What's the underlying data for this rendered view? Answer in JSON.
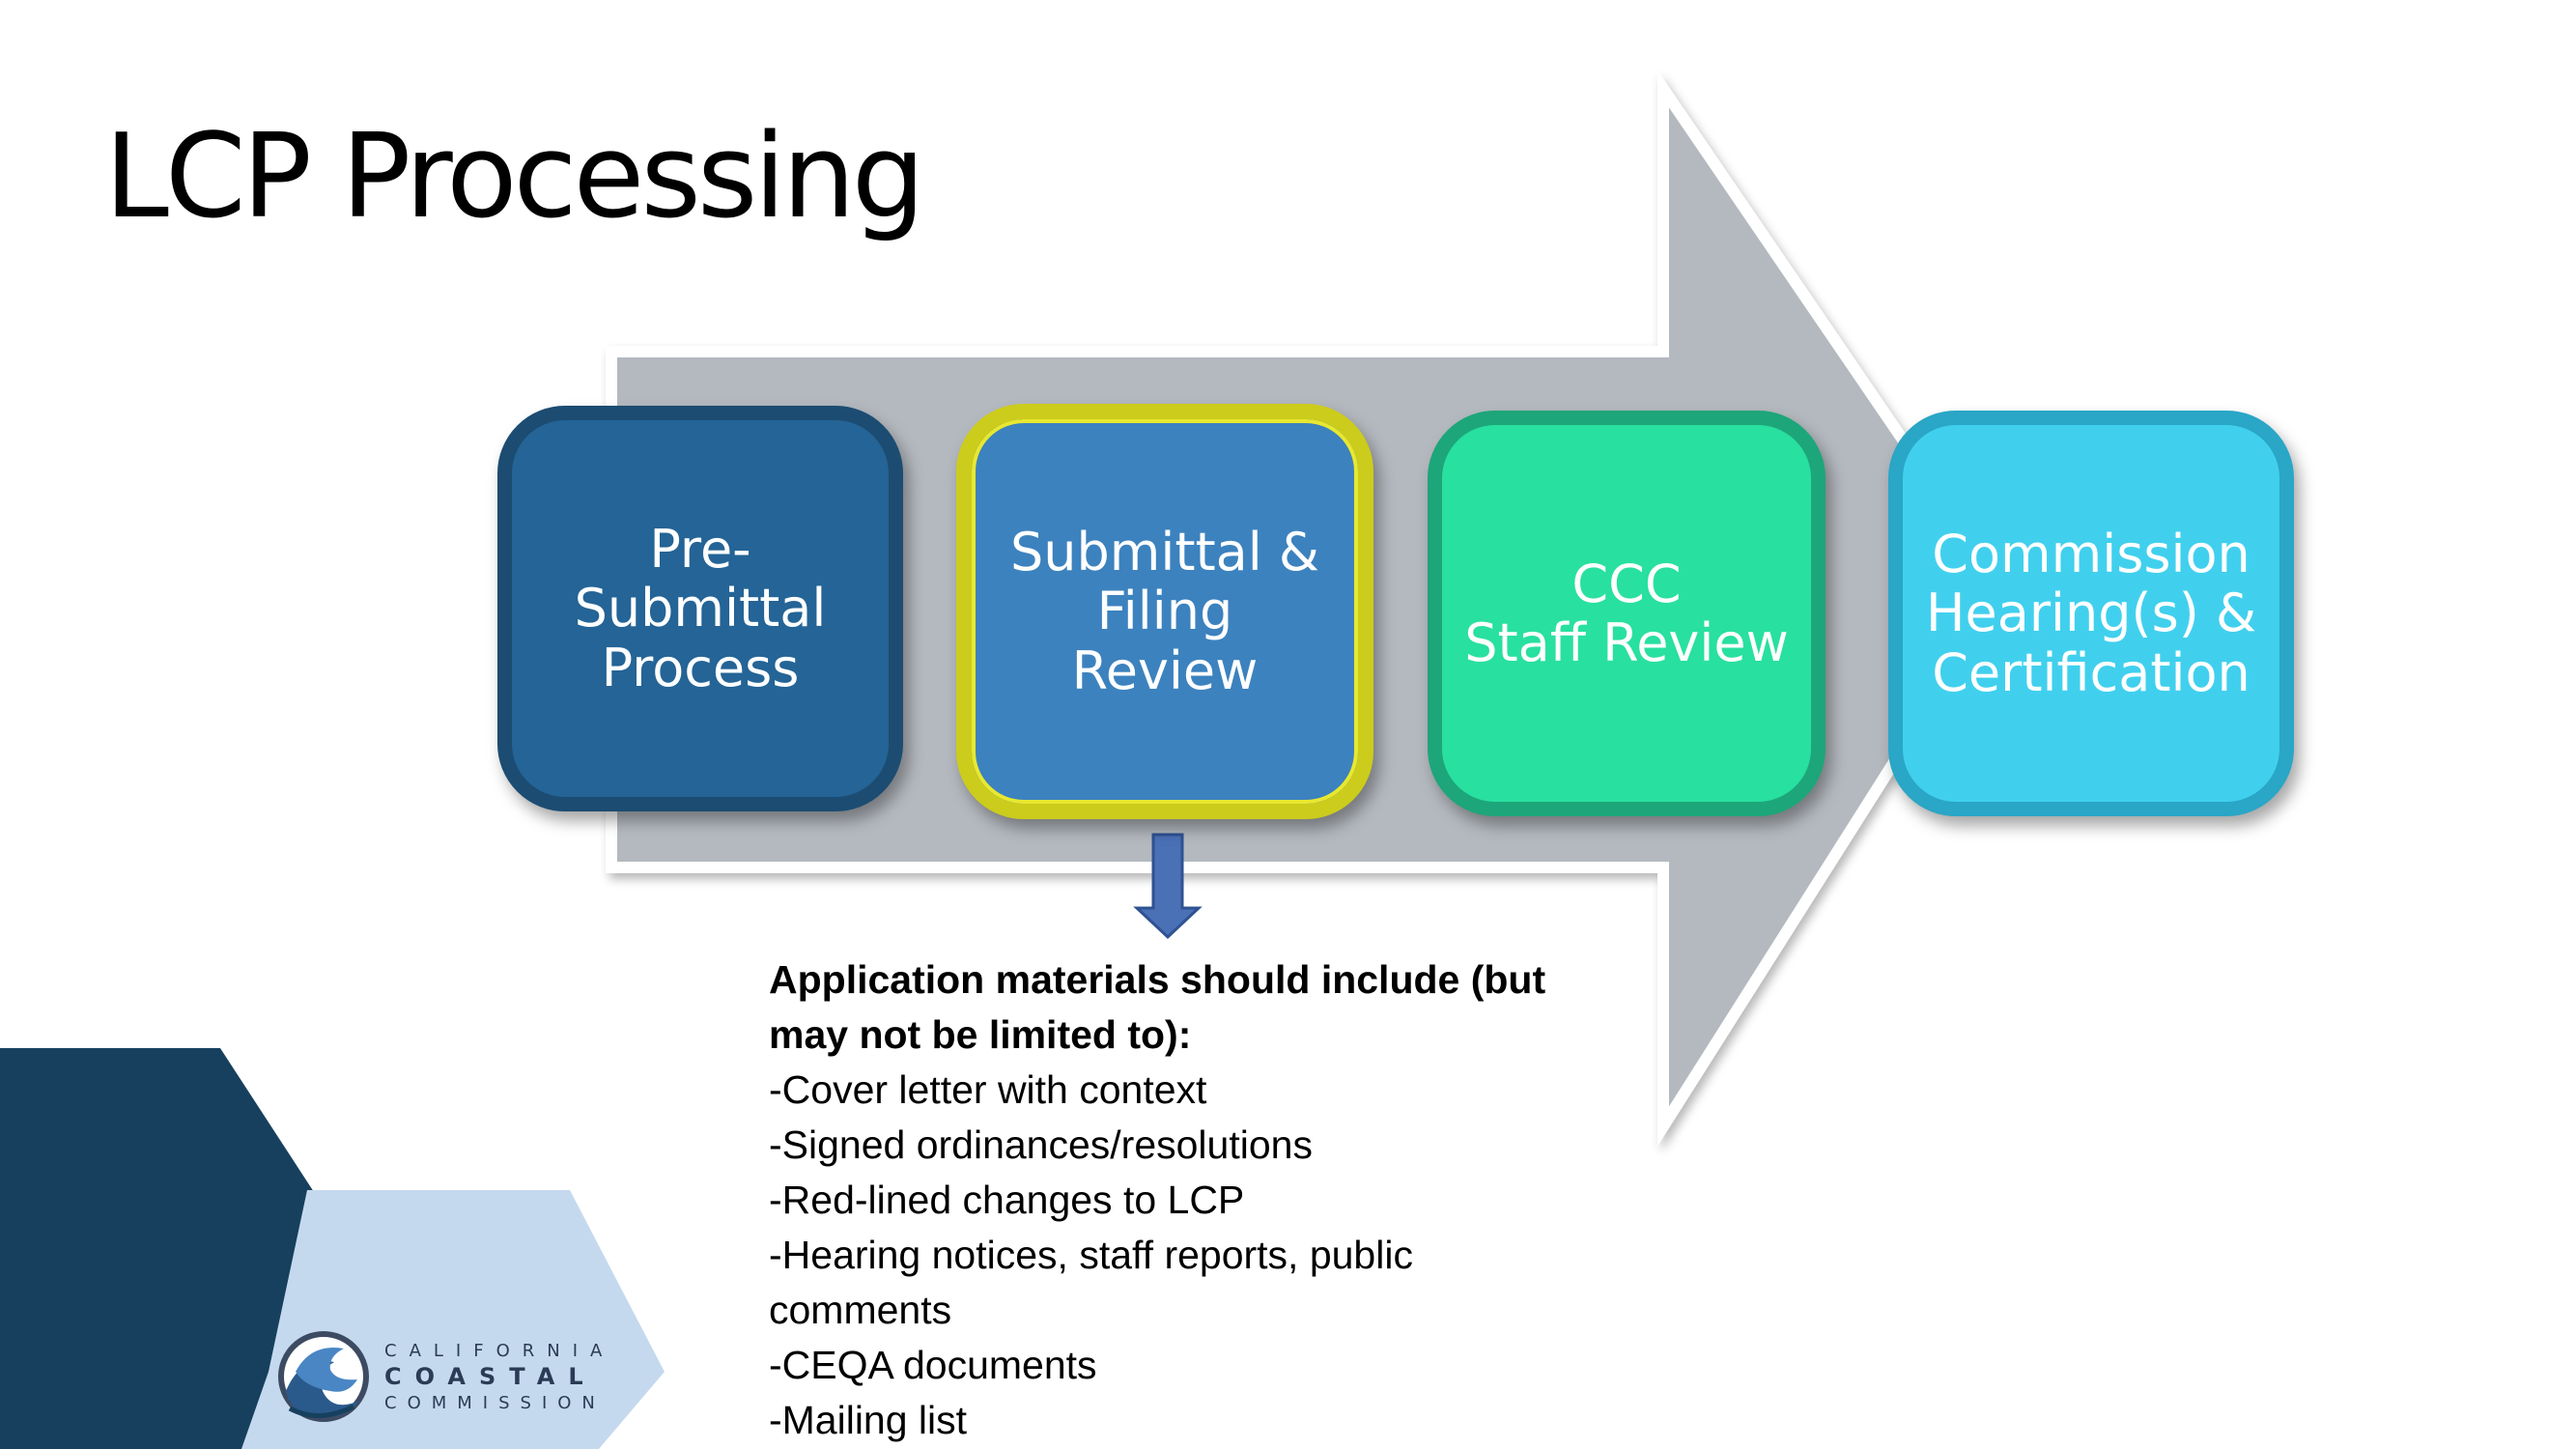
{
  "slide": {
    "title": "LCP Processing"
  },
  "process": {
    "steps": [
      {
        "label": "Pre-\nSubmittal\nProcess",
        "color": "#246496"
      },
      {
        "label": "Submittal &\nFiling\nReview",
        "color": "#3c82be",
        "highlight": "#cccc1c"
      },
      {
        "label": "CCC\nStaff Review",
        "color": "#28e0a0"
      },
      {
        "label": "Commission\nHearing(s) &\nCertification",
        "color": "#40d0ee"
      }
    ]
  },
  "notes": {
    "heading": "Application materials should include (but\nmay not be limited to):",
    "items": [
      "-Cover letter with context",
      "-Signed ordinances/resolutions",
      "-Red-lined changes to LCP",
      "-Hearing notices, staff reports, public comments",
      "-CEQA documents",
      "-Mailing list"
    ]
  },
  "logo": {
    "line1": "CALIFORNIA",
    "line2": "COASTAL",
    "line3": "COMMISSION"
  },
  "colors": {
    "arrow": "#b4b9bf",
    "dark_navy": "#17405e",
    "light_blue_hexagon": "#c5d9ee",
    "down_arrow": "#4a70b6"
  }
}
